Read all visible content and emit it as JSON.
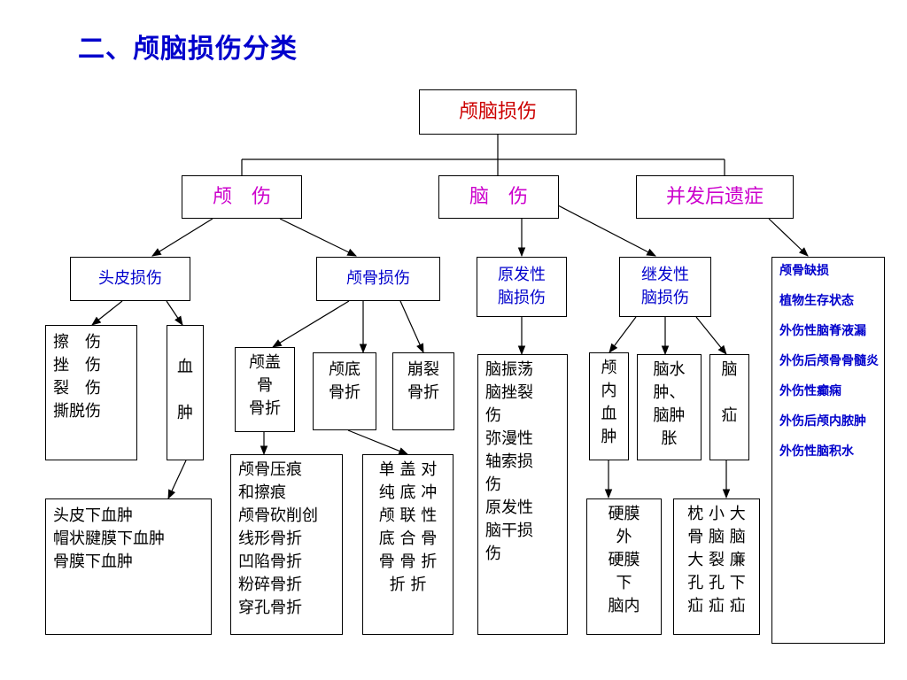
{
  "page": {
    "title": "二、颅脑损伤分类"
  },
  "nodes": {
    "root": "颅脑损伤",
    "skull_injury": "颅　伤",
    "brain_injury": "脑　伤",
    "complications": "并发后遗症",
    "scalp_injury": "头皮损伤",
    "skull_bone_injury": "颅骨损伤",
    "primary_brain_injury": "原发性\n脑损伤",
    "secondary_brain_injury": "继发性\n脑损伤",
    "scalp_wounds": "擦　伤\n挫　伤\n裂　伤\n撕脱伤",
    "hematoma": "血\n\n肿",
    "vault_fracture": "颅盖\n骨\n骨折",
    "base_fracture": "颅底\n骨折",
    "burst_fracture": "崩裂\n骨折",
    "primary_types": "脑振荡\n脑挫裂\n伤\n弥漫性\n轴索损\n伤\n原发性\n脑干损\n伤",
    "intracranial_hematoma": "颅\n内\n血\n肿",
    "edema_swelling": "脑水\n肿、\n脑肿\n胀",
    "herniation": "脑\n\n疝",
    "scalp_hematomas": "头皮下血肿\n帽状腱膜下血肿\n骨膜下血肿",
    "vault_fracture_types": "颅骨压痕\n和擦痕\n颅骨砍削创\n线形骨折\n凹陷骨折\n粉碎骨折\n穿孔骨折",
    "fracture_mechanisms": "单 盖 对\n纯 底 冲\n颅 联 性\n底 合 骨\n骨 骨 折\n折 折",
    "hematoma_types": "硬膜\n外\n硬膜\n下\n脑内",
    "herniation_types": "枕 小 大\n骨 脑 脑\n大 裂 廉\n孔 孔 下\n疝 疝 疝"
  },
  "sequelae": [
    "颅骨缺损",
    "植物生存状态",
    "外伤性脑脊液漏",
    "外伤后颅骨骨髓炎",
    "外伤性癫痫",
    "外伤后颅内脓肿",
    "外伤性脑积水"
  ],
  "colors": {
    "title": "#0000cc",
    "root": "#cc0000",
    "level1": "#cc00cc",
    "level2": "#0000cc"
  }
}
